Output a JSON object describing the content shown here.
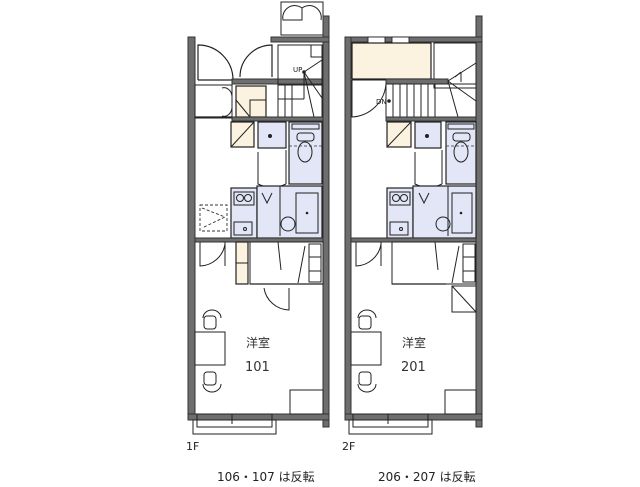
{
  "plans": [
    {
      "floor_label": "1F",
      "room_type": "洋室",
      "room_number": "101",
      "stair_label": "UP",
      "note": "106・107 は反転"
    },
    {
      "floor_label": "2F",
      "room_type": "洋室",
      "room_number": "201",
      "stair_label": "DN",
      "note": "206・207 は反転"
    }
  ],
  "colors": {
    "wall": "#6e6e6e",
    "wet_area": "#e3e6f7",
    "storage": "#fbf2df"
  }
}
